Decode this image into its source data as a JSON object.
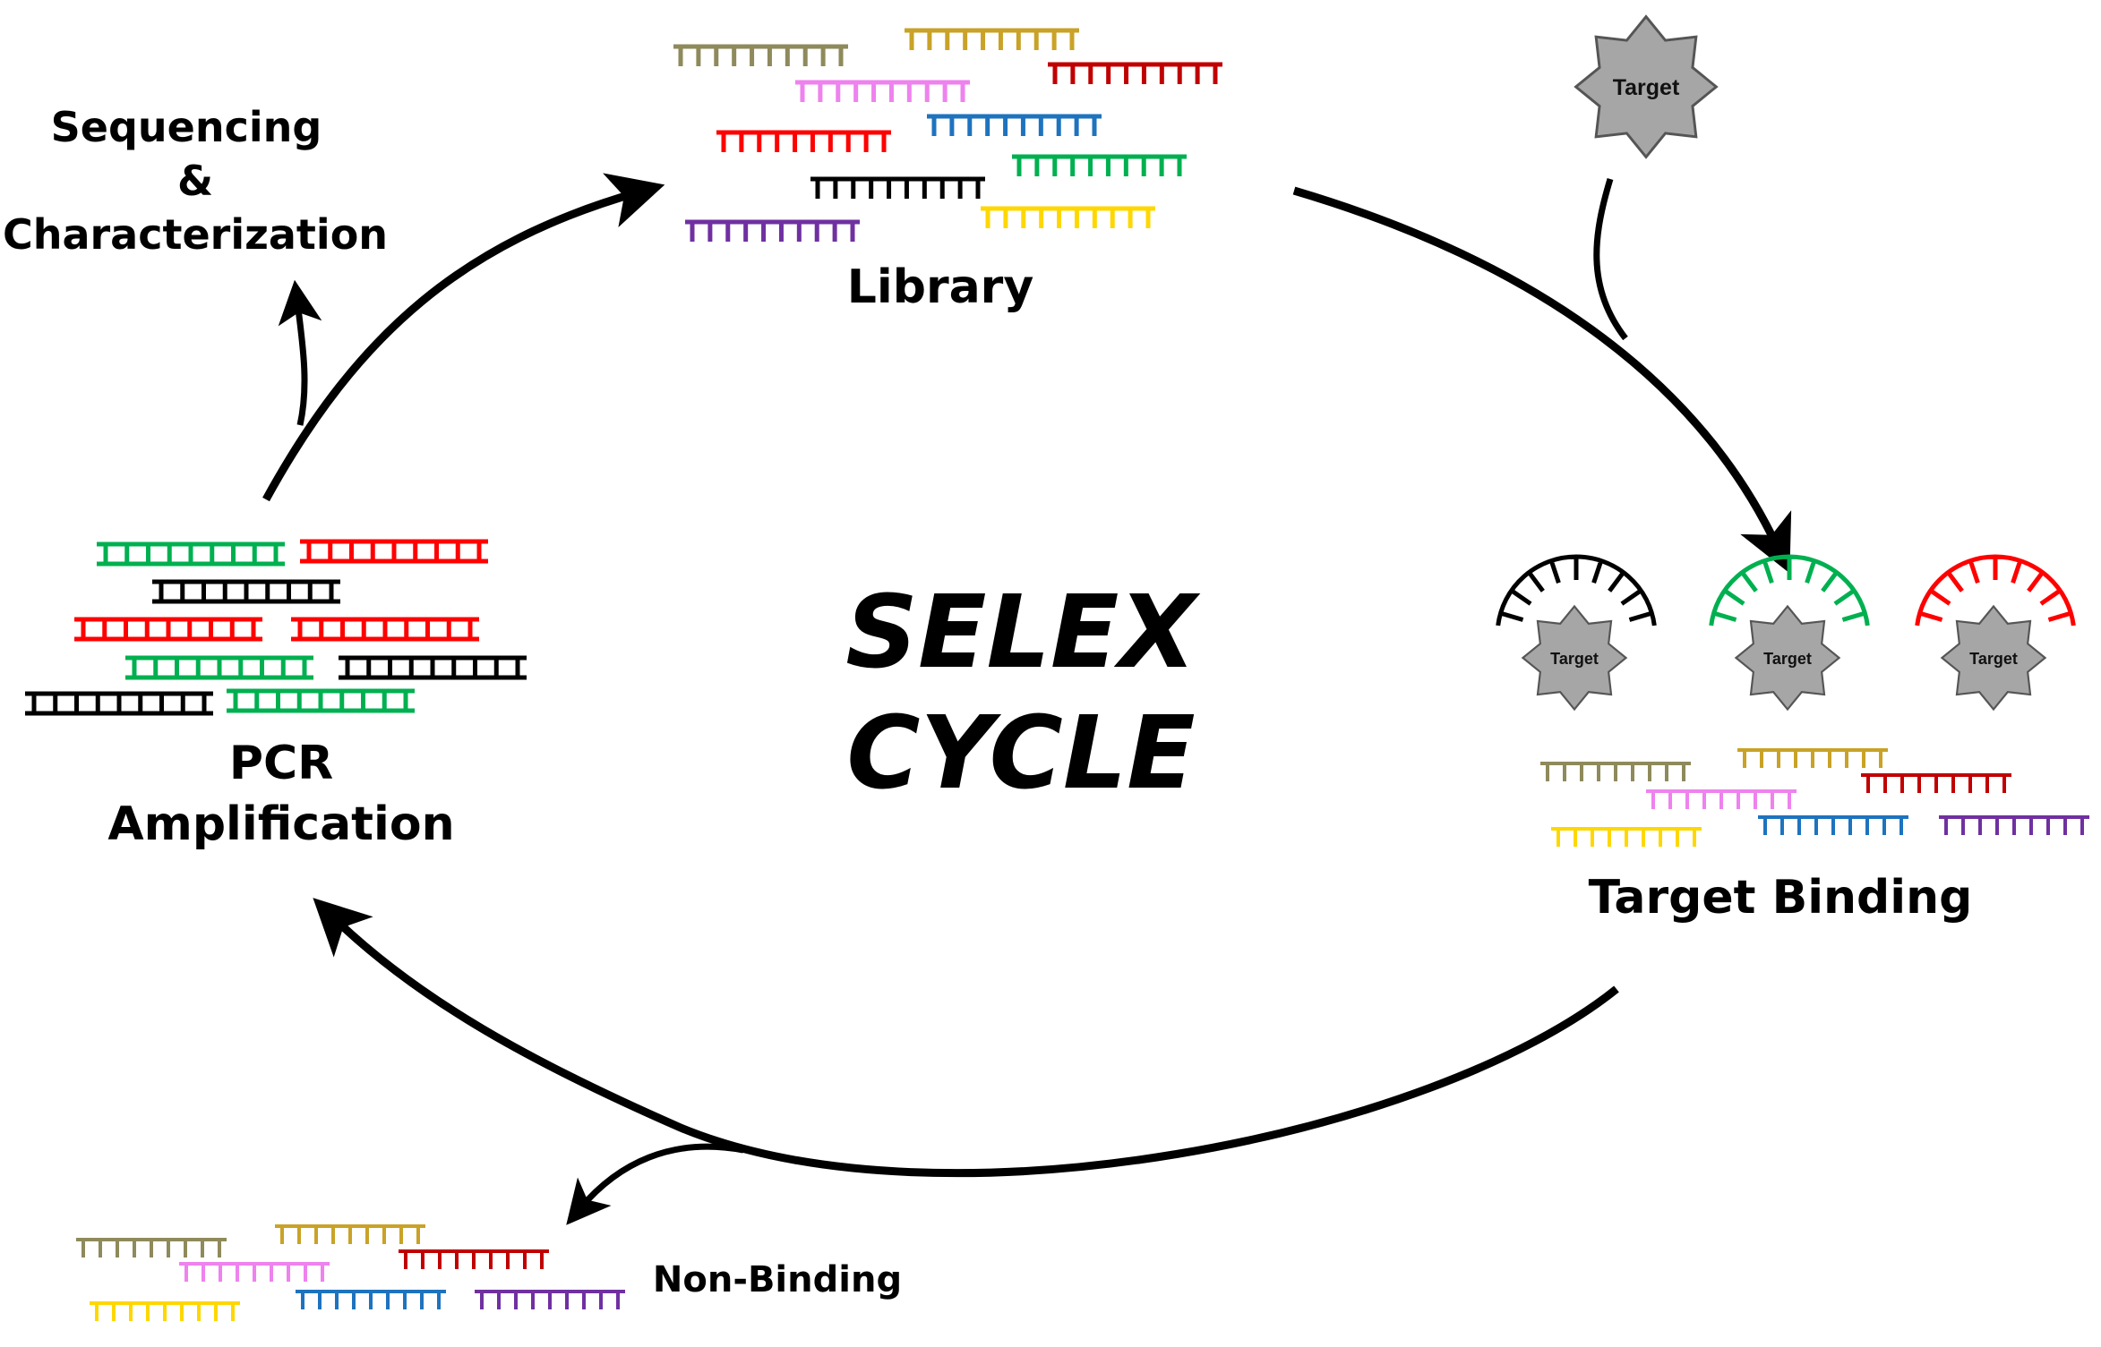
{
  "title_lines": [
    "SELEX",
    "CYCLE"
  ],
  "labels": {
    "library": "Library",
    "target_binding": "Target Binding",
    "pcr_line1": "PCR",
    "pcr_line2": "Amplification",
    "seq_line1": "Sequencing",
    "seq_line2": "&",
    "seq_line3": "Characterization",
    "non_binding": "Non-Binding"
  },
  "target_text": "Target",
  "colors": {
    "arrow": "#000000",
    "target_fill": "#a6a6a6",
    "strands": [
      "#8e8a5b",
      "#c9a227",
      "#c00000",
      "#ee82ee",
      "#1e73be",
      "#ff0000",
      "#00b050",
      "#000000",
      "#ffd700",
      "#7030a0"
    ]
  }
}
